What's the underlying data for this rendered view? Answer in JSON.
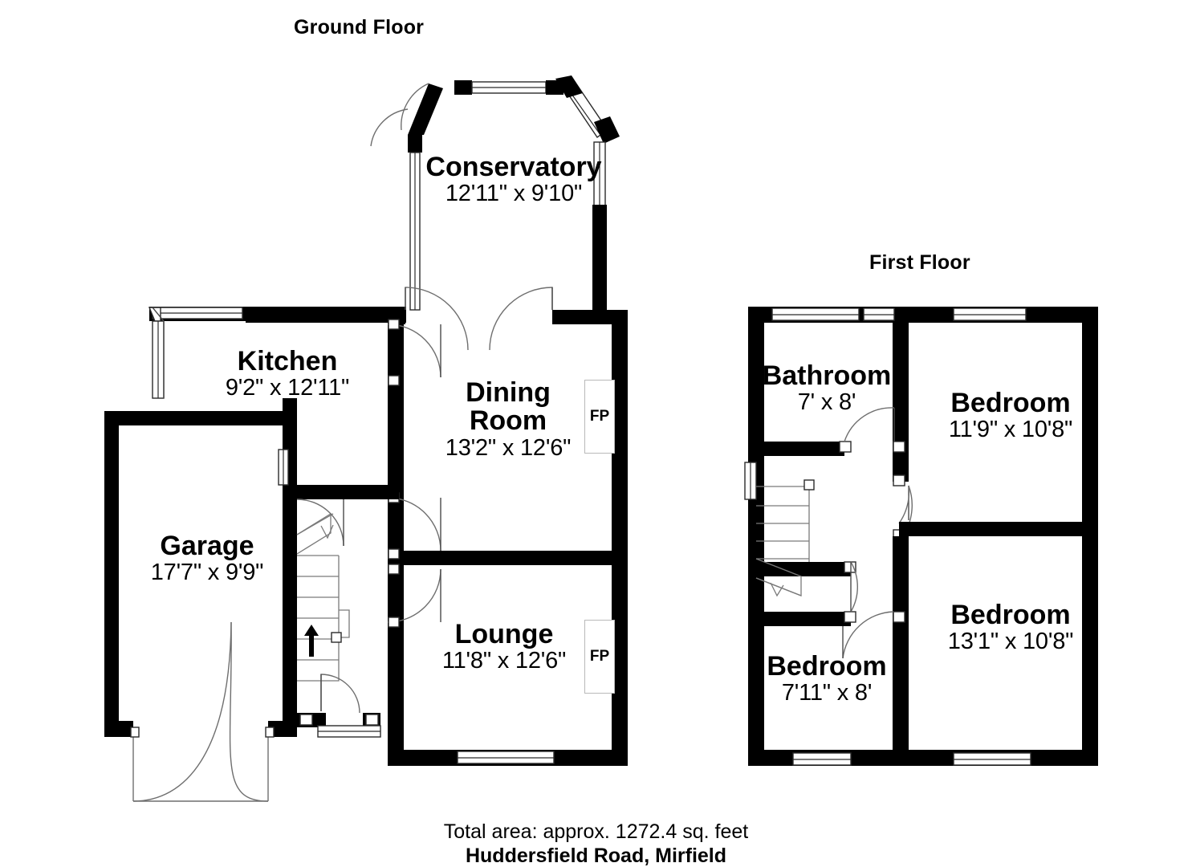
{
  "document": {
    "type": "floor-plan",
    "total_area": "Total area: approx. 1272.4 sq. feet",
    "address": "Huddersfield Road, Mirfield"
  },
  "floors": [
    {
      "id": "ground",
      "title": "Ground Floor",
      "rooms": [
        {
          "id": "conservatory",
          "name": "Conservatory",
          "dimensions": "12'11\" x 9'10\""
        },
        {
          "id": "kitchen",
          "name": "Kitchen",
          "dimensions": "9'2\" x 12'11\""
        },
        {
          "id": "dining-room",
          "name": "Dining",
          "name2": "Room",
          "dimensions": "13'2\" x 12'6\""
        },
        {
          "id": "garage",
          "name": "Garage",
          "dimensions": "17'7\" x 9'9\""
        },
        {
          "id": "lounge",
          "name": "Lounge",
          "dimensions": "11'8\" x 12'6\""
        }
      ],
      "fireplaces": [
        {
          "id": "fp-dining",
          "label": "FP"
        },
        {
          "id": "fp-lounge",
          "label": "FP"
        }
      ]
    },
    {
      "id": "first",
      "title": "First Floor",
      "rooms": [
        {
          "id": "bathroom",
          "name": "Bathroom",
          "dimensions": "7' x 8'"
        },
        {
          "id": "bedroom-1",
          "name": "Bedroom",
          "dimensions": "11'9\" x 10'8\""
        },
        {
          "id": "bedroom-2",
          "name": "Bedroom",
          "dimensions": "13'1\" x 10'8\""
        },
        {
          "id": "bedroom-3",
          "name": "Bedroom",
          "dimensions": "7'11\" x 8'"
        }
      ]
    }
  ],
  "colors": {
    "wall": "#000000",
    "background": "#ffffff",
    "line": "#4a4a4a",
    "text": "#000000"
  }
}
